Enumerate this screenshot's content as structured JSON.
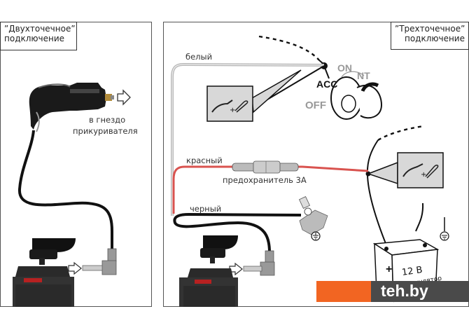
{
  "left_panel": {
    "title_line1": "”Двухточечное”",
    "title_line2": "подключение",
    "plug_label_line1": "в гнездо",
    "plug_label_line2": "прикуривателя"
  },
  "right_panel": {
    "title_line1": "”Трехточечное”",
    "title_line2": "подключение",
    "wire_white": "белый",
    "wire_red": "красный",
    "wire_black": "черный",
    "fuse_label": "предохранитель 3А",
    "ignition": {
      "acc": "ACC",
      "on": "ON",
      "nt": "NT",
      "off": "OFF"
    },
    "battery": {
      "plus": "+",
      "voltage": "12 В",
      "name": "аккумулятор"
    }
  },
  "colors": {
    "red_wire": "#d9534f",
    "white_wire": "#b8b8b8",
    "black_wire": "#111111",
    "callout_bg": "#d8d8d8",
    "watermark_orange": "#f26522",
    "watermark_dark": "#4a4a4a"
  },
  "watermark": {
    "text": "teh.by"
  }
}
